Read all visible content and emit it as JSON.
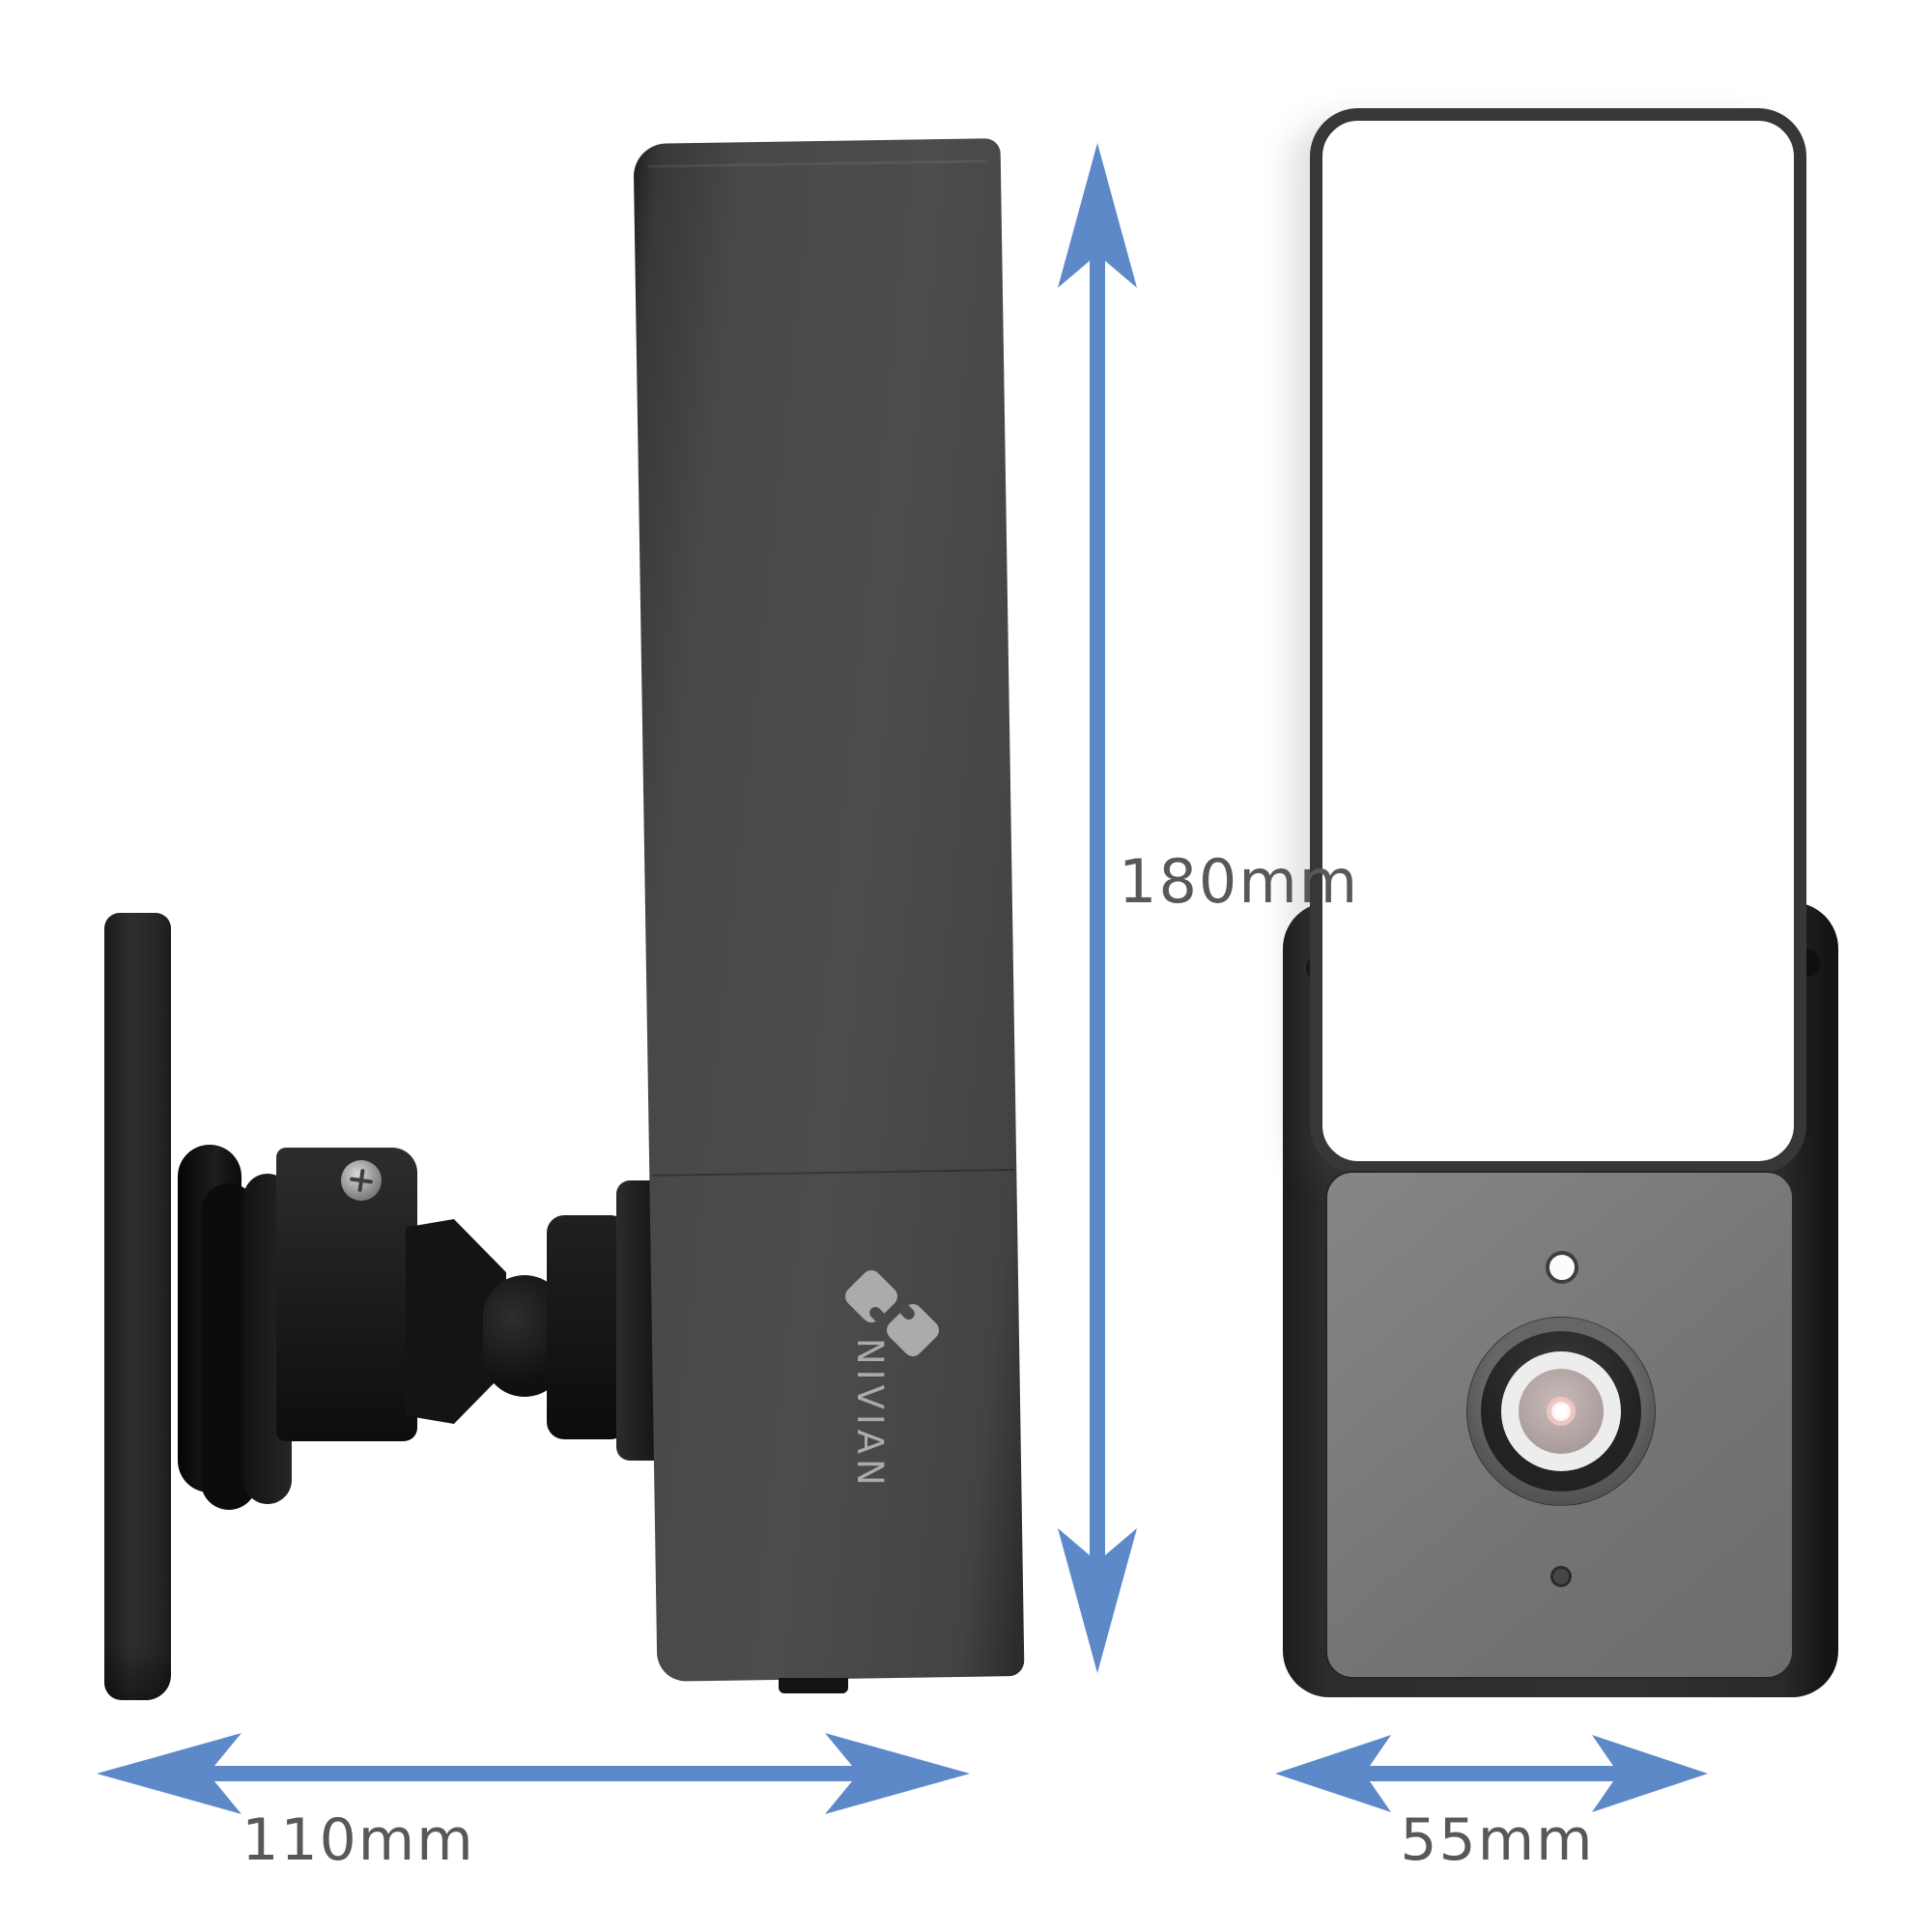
{
  "product": {
    "brand": "NIVIAN",
    "logo_icon": "nivian-double-diamond-icon",
    "views": {
      "left": "side-view-with-wall-mount",
      "right": "front-view"
    }
  },
  "dimensions": {
    "height_label": "180mm",
    "side_width_label": "110mm",
    "front_width_label": "55mm",
    "arrow_icon": "double-headed-dimension-arrow",
    "arrow_color": "#5E89C9",
    "label_color": "#585858"
  },
  "colors": {
    "background": "#FFFFFF",
    "side_body": "#4A4A4A",
    "front_body": "#2D2D2D",
    "front_panel": "#7A7A7A",
    "light_panel": "#FFFFFF",
    "lens_center": "#B3A5A3",
    "brand_gray": "#ABABAB"
  }
}
